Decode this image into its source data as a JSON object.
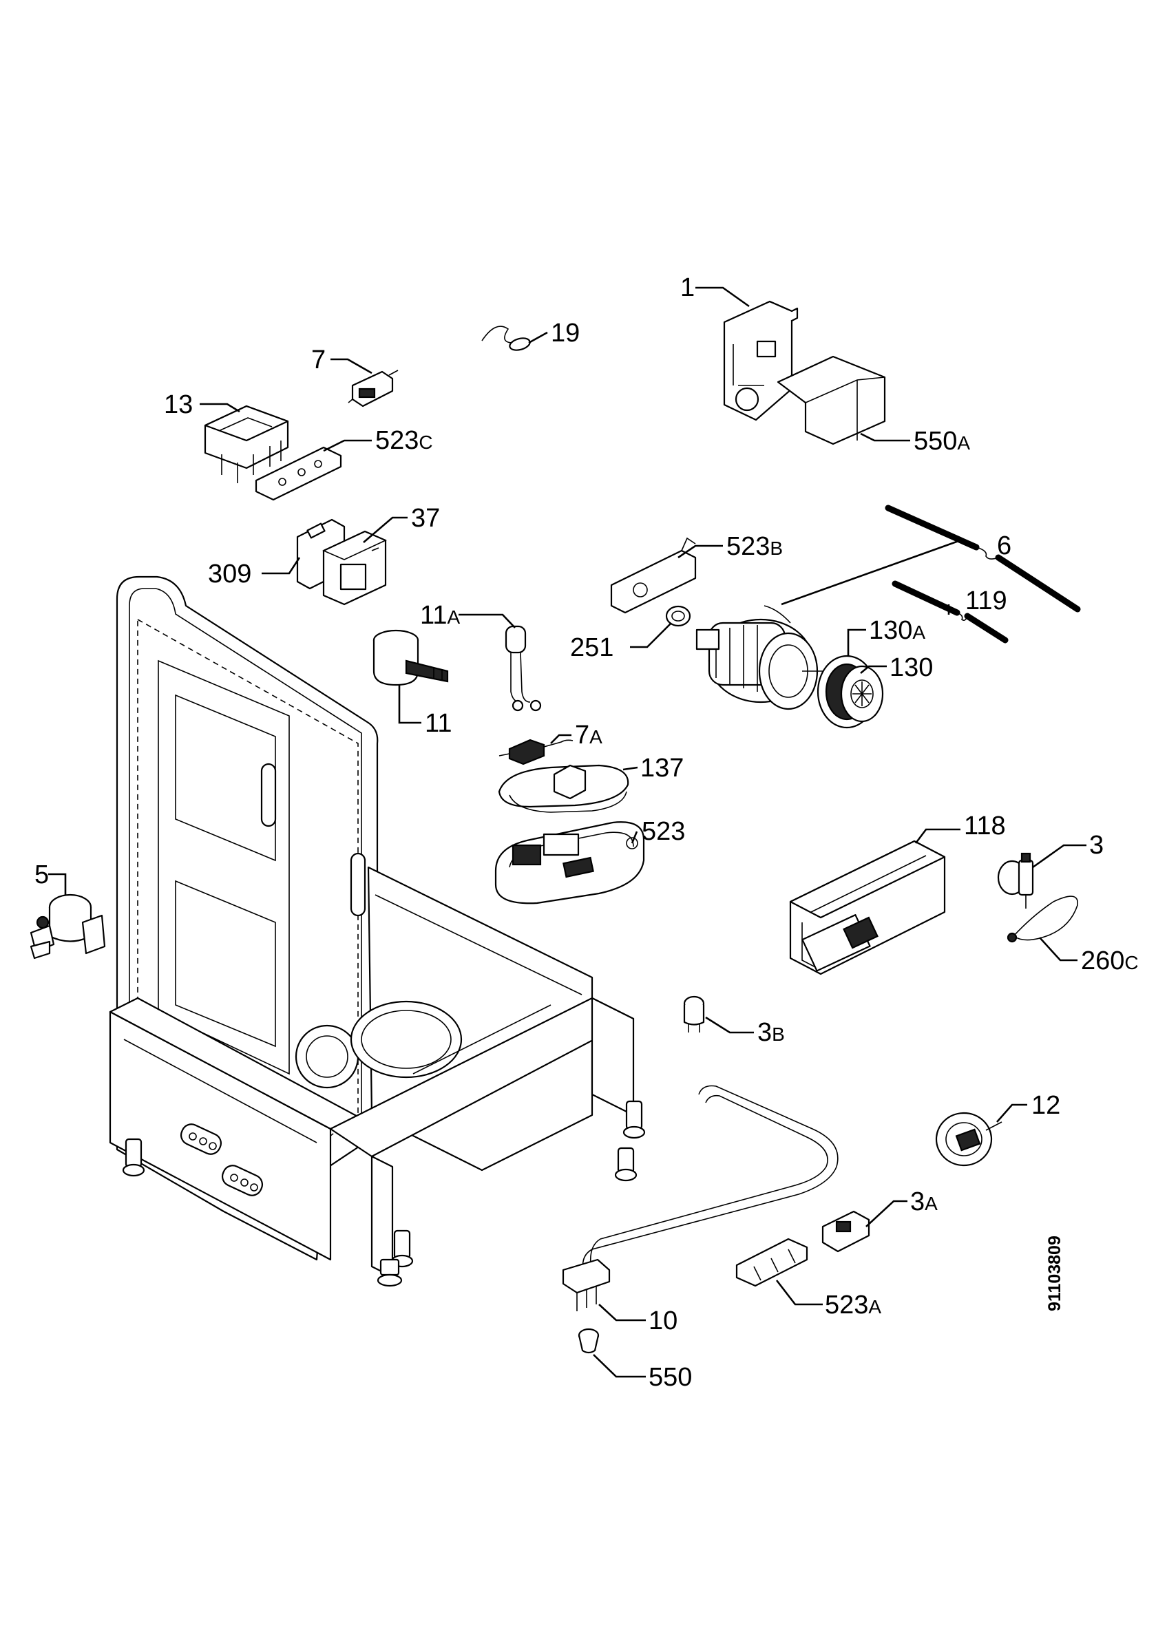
{
  "document_number": "91103809",
  "callouts": [
    {
      "id": "c1",
      "num": "1",
      "suffix": ""
    },
    {
      "id": "c19",
      "num": "19",
      "suffix": ""
    },
    {
      "id": "c7",
      "num": "7",
      "suffix": ""
    },
    {
      "id": "c13",
      "num": "13",
      "suffix": ""
    },
    {
      "id": "c523c",
      "num": "523",
      "suffix": "C"
    },
    {
      "id": "c550a",
      "num": "550",
      "suffix": "A"
    },
    {
      "id": "c37",
      "num": "37",
      "suffix": ""
    },
    {
      "id": "c309",
      "num": "309",
      "suffix": ""
    },
    {
      "id": "c523b",
      "num": "523",
      "suffix": "B"
    },
    {
      "id": "c6",
      "num": "6",
      "suffix": ""
    },
    {
      "id": "c11a",
      "num": "11",
      "suffix": "A"
    },
    {
      "id": "c119",
      "num": "119",
      "suffix": ""
    },
    {
      "id": "c251",
      "num": "251",
      "suffix": ""
    },
    {
      "id": "c130a",
      "num": "130",
      "suffix": "A"
    },
    {
      "id": "c130",
      "num": "130",
      "suffix": ""
    },
    {
      "id": "c11",
      "num": "11",
      "suffix": ""
    },
    {
      "id": "c7a",
      "num": "7",
      "suffix": "A"
    },
    {
      "id": "c137",
      "num": "137",
      "suffix": ""
    },
    {
      "id": "c523",
      "num": "523",
      "suffix": ""
    },
    {
      "id": "c118",
      "num": "118",
      "suffix": ""
    },
    {
      "id": "c3",
      "num": "3",
      "suffix": ""
    },
    {
      "id": "c5",
      "num": "5",
      "suffix": ""
    },
    {
      "id": "c260c",
      "num": "260",
      "suffix": "C"
    },
    {
      "id": "c3b",
      "num": "3",
      "suffix": "B"
    },
    {
      "id": "c12",
      "num": "12",
      "suffix": ""
    },
    {
      "id": "c3a",
      "num": "3",
      "suffix": "A"
    },
    {
      "id": "c523a",
      "num": "523",
      "suffix": "A"
    },
    {
      "id": "c10",
      "num": "10",
      "suffix": ""
    },
    {
      "id": "c550",
      "num": "550",
      "suffix": ""
    }
  ]
}
